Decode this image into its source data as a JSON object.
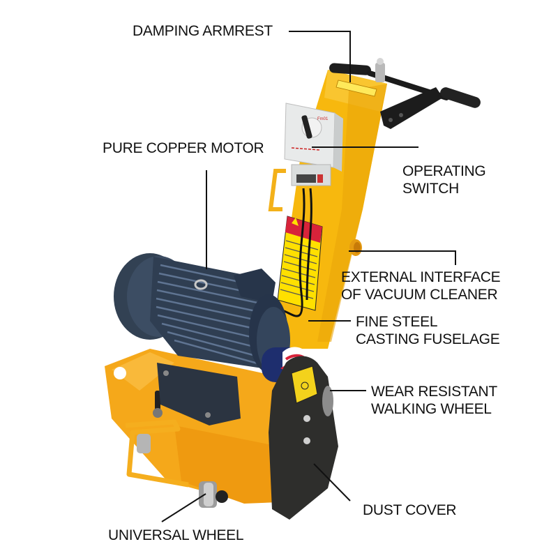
{
  "diagram": {
    "subject": "Road scarifying / milling machine with electric motor",
    "background_color": "#ffffff",
    "colors": {
      "frame_yellow": "#F7B80E",
      "frame_yellow_dark": "#E39B08",
      "motor_blue": "#3A4A5E",
      "motor_dark": "#1F2A38",
      "dust_cover": "#2E2E2C",
      "switch_box": "#E8EAEA",
      "warning_red": "#D8233A",
      "leader_line": "#111111",
      "label_text": "#111111"
    },
    "labels": [
      {
        "id": "damping-armrest",
        "lines": [
          "DAMPING ARMREST"
        ]
      },
      {
        "id": "pure-copper-motor",
        "lines": [
          "PURE COPPER MOTOR"
        ]
      },
      {
        "id": "operating-switch",
        "lines": [
          "OPERATING",
          "SWITCH"
        ]
      },
      {
        "id": "vacuum-interface",
        "lines": [
          "EXTERNAL INTERFACE",
          "OF VACUUM CLEANER"
        ]
      },
      {
        "id": "fuselage",
        "lines": [
          "FINE STEEL",
          "CASTING FUSELAGE"
        ]
      },
      {
        "id": "walking-wheel",
        "lines": [
          "WEAR RESISTANT",
          "WALKING WHEEL"
        ]
      },
      {
        "id": "dust-cover",
        "lines": [
          "DUST COVER"
        ]
      },
      {
        "id": "universal-wheel",
        "lines": [
          "UNIVERSAL WHEEL"
        ]
      }
    ]
  }
}
